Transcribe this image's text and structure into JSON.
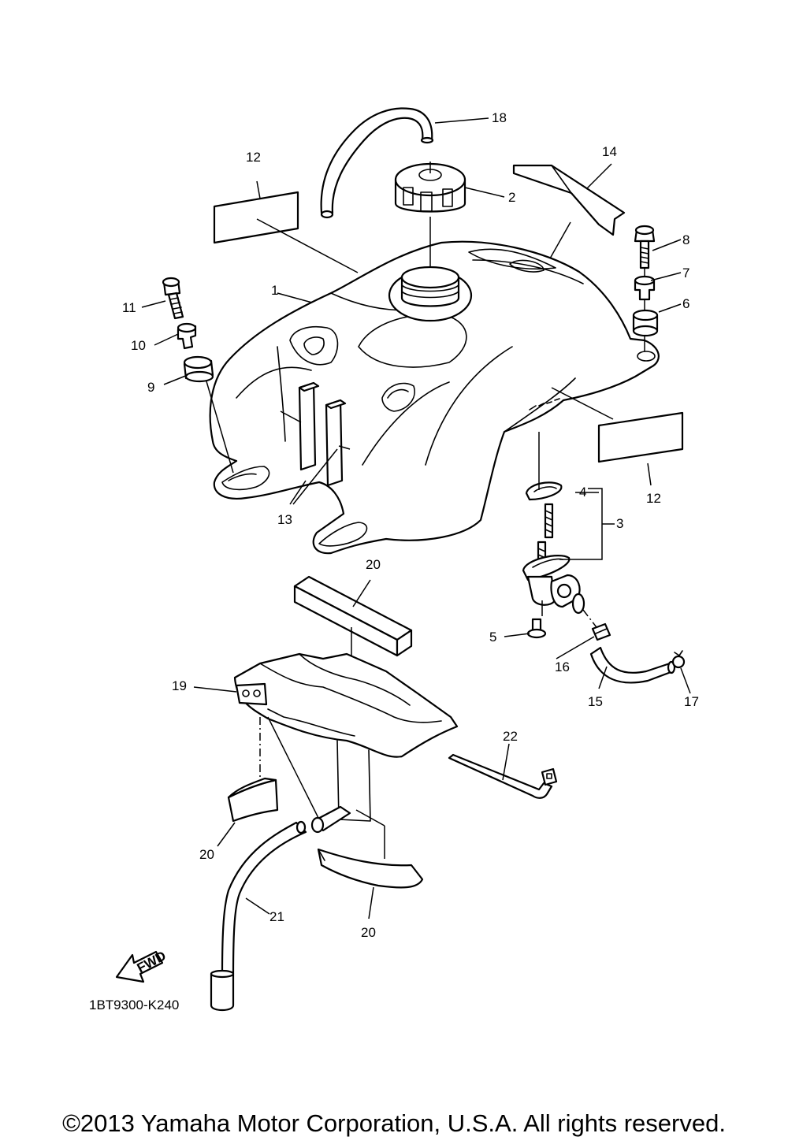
{
  "diagram_code": "1BT9300-K240",
  "fwd_badge": "FWD",
  "copyright": "©2013 Yamaha Motor Corporation, U.S.A. All rights reserved.",
  "callouts": {
    "c1": "1",
    "c2": "2",
    "c3": "3",
    "c4": "4",
    "c5": "5",
    "c6": "6",
    "c7": "7",
    "c8": "8",
    "c9": "9",
    "c10": "10",
    "c11": "11",
    "c12a": "12",
    "c12b": "12",
    "c13": "13",
    "c14": "14",
    "c15": "15",
    "c16": "16",
    "c17": "17",
    "c18": "18",
    "c19": "19",
    "c20a": "20",
    "c20b": "20",
    "c20c": "20",
    "c21": "21",
    "c22": "22"
  }
}
